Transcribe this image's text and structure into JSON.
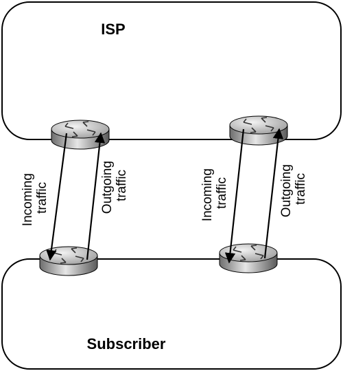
{
  "diagram": {
    "top_network_label": "ISP",
    "bottom_network_label": "Subscriber",
    "links": [
      {
        "incoming_label": [
          "Incoming",
          "traffic"
        ],
        "outgoing_label": [
          "Outgoing",
          "traffic"
        ]
      },
      {
        "incoming_label": [
          "Incoming",
          "traffic"
        ],
        "outgoing_label": [
          "Outgoing",
          "traffic"
        ]
      }
    ]
  }
}
